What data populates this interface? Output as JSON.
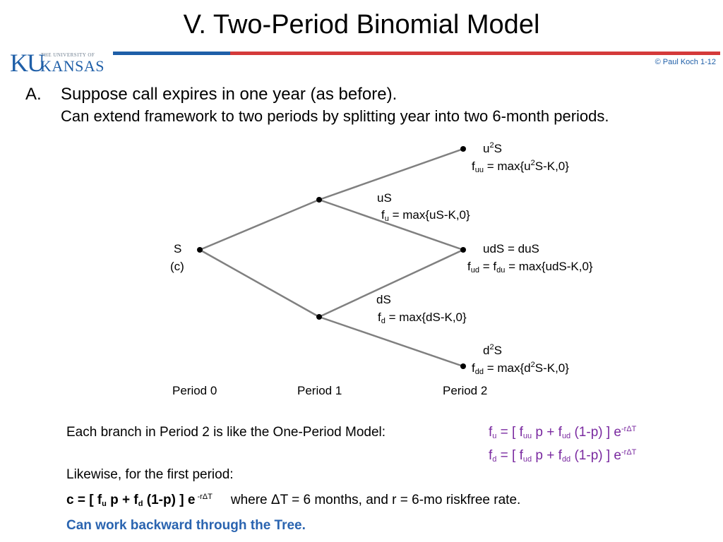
{
  "title": "V.  Two-Period Binomial Model",
  "logo": {
    "ku": "KU",
    "university": "THE UNIVERSITY OF",
    "kansas": "KANSAS"
  },
  "copyright": "© Paul Koch 1-12",
  "point": {
    "marker": "A.",
    "text": "Suppose call expires in one year (as before).",
    "sub": "Can extend framework to two periods by splitting year into two  6-month periods."
  },
  "tree": {
    "s": "S",
    "c": "(c)",
    "us": "uS",
    "fu_f": "f",
    "fu_sub": "u",
    "fu_rest": " = max{uS-K,0}",
    "ds": "dS",
    "fd_f": "f",
    "fd_sub": "d",
    "fd_rest": " = max{dS-K,0}",
    "uus_u": "u",
    "uus_sup": "2",
    "uus_s": "S",
    "fuu_f": "f",
    "fuu_sub": "uu",
    "fuu_rest1": " = max{u",
    "fuu_sup": "2",
    "fuu_rest2": "S-K,0}",
    "uds": "udS = duS",
    "fud_f": "f",
    "fud_sub": "ud",
    "fud_mid": " = f",
    "fud_sub2": "du",
    "fud_rest": " = max{udS-K,0}",
    "dds_d": "d",
    "dds_sup": "2",
    "dds_s": "S",
    "fdd_f": "f",
    "fdd_sub": "dd",
    "fdd_rest1": " = max{d",
    "fdd_sup": "2",
    "fdd_rest2": "S-K,0}"
  },
  "periods": [
    "Period 0",
    "Period 1",
    "Period 2"
  ],
  "bottom": {
    "line1": "Each branch  in  Period 2  is like the  One-Period Model:",
    "eq1": {
      "f": "f",
      "s0": "u",
      "a": "  =  [ f",
      "s1": "uu",
      "b": " p  +  f",
      "s2": "ud",
      "c": " (1-p) ] e",
      "e": "-rΔT"
    },
    "eq2": {
      "f": "f",
      "s0": "d",
      "a": "  =  [ f",
      "s1": "ud",
      "b": " p  +  f",
      "s2": "dd",
      "c": " (1-p) ] e",
      "e": "-rΔT"
    },
    "line2": "Likewise,  for the  first period:",
    "eq3": {
      "c": "c  =  [ f",
      "s1": "u",
      "p": "  p  +  f",
      "s2": "d",
      "rest": "  (1-p) ] e",
      "exp": " -rΔT",
      "where": "where  ΔT  =  6 months,  and   r  =  6-mo  riskfree rate."
    },
    "line3": "Can work backward through the Tree."
  }
}
